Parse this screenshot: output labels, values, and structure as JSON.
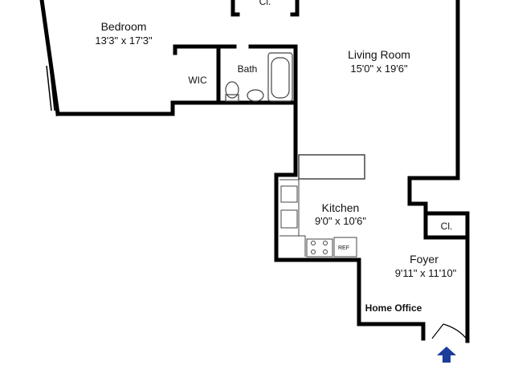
{
  "rooms": {
    "bedroom": {
      "name": "Bedroom",
      "dims": "13'3\" x 17'3\""
    },
    "living": {
      "name": "Living Room",
      "dims": "15'0\" x 19'6\""
    },
    "kitchen": {
      "name": "Kitchen",
      "dims": "9'0\" x 10'6\""
    },
    "foyer": {
      "name": "Foyer",
      "dims": "9'11\" x 11'10\""
    },
    "wic": {
      "name": "WIC"
    },
    "bath": {
      "name": "Bath"
    },
    "closet": {
      "name": "Cl."
    },
    "closet_top": {
      "name": "Cl."
    },
    "office": {
      "name": "Home Office"
    }
  },
  "appliance_labels": {
    "fridge": "REF"
  },
  "colors": {
    "wall": "#000000",
    "entry_arrow": "#1c3c9c",
    "fixture": "#444444"
  },
  "icons": {
    "entry": "entry-arrow-icon"
  }
}
